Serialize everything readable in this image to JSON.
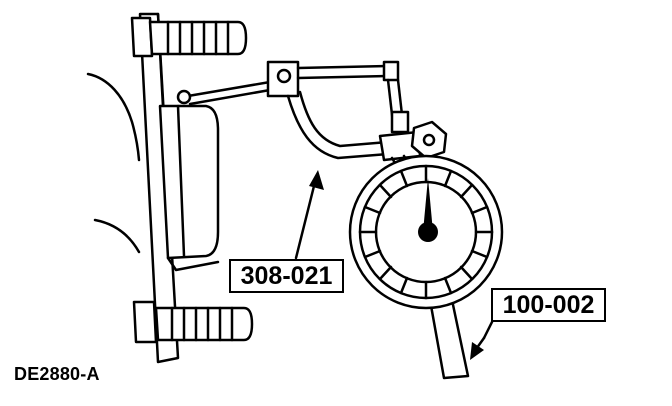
{
  "callouts": {
    "holding_fixture": "308-021",
    "dial_indicator": "100-002"
  },
  "figure_id": "DE2880-A",
  "colors": {
    "ink": "#000000",
    "paper": "#ffffff"
  }
}
